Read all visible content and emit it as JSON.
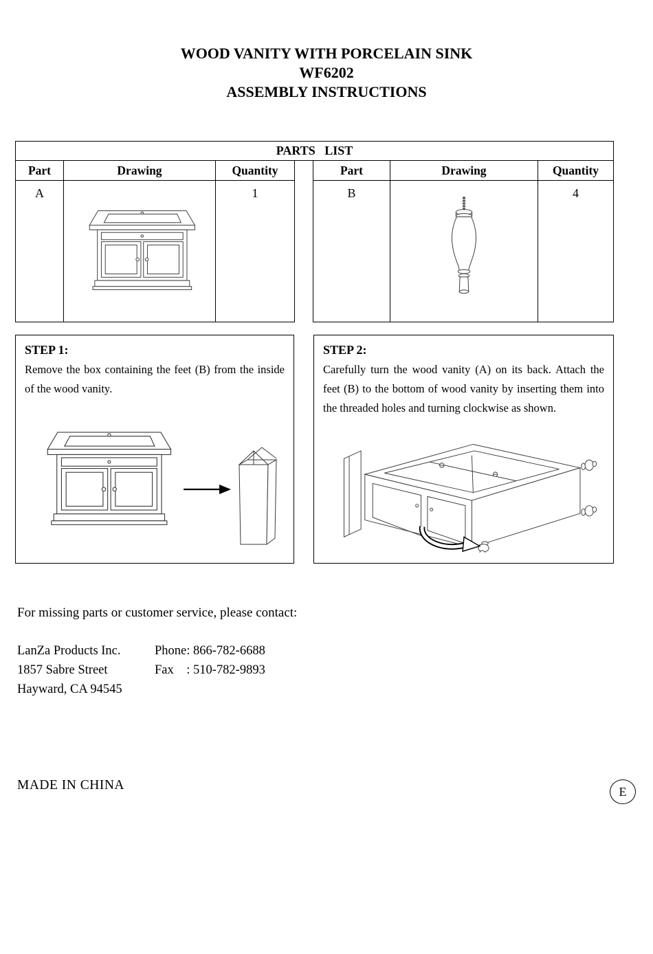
{
  "header": {
    "title_line1": "WOOD VANITY WITH PORCELAIN SINK",
    "model": "WF6202",
    "title_line3": "ASSEMBLY INSTRUCTIONS"
  },
  "parts_list": {
    "title": "PARTS   LIST",
    "left_table": {
      "columns": [
        "Part",
        "Drawing",
        "Quantity"
      ],
      "row": {
        "part": "A",
        "quantity": "1",
        "drawing_icon": "wood-vanity-front-drawing"
      }
    },
    "right_table": {
      "columns": [
        "Part",
        "Drawing",
        "Quantity"
      ],
      "row": {
        "part": "B",
        "quantity": "4",
        "drawing_icon": "furniture-leg-drawing"
      }
    }
  },
  "steps": {
    "step1": {
      "label": "STEP 1:",
      "text": "Remove the box containing the feet (B) from the inside of the wood vanity.",
      "drawing_icon": "vanity-with-box-and-arrow-drawing"
    },
    "step2": {
      "label": "STEP 2:",
      "text": "Carefully turn the wood vanity (A) on its back. Attach the feet (B) to the bottom of wood vanity by inserting them into the threaded holes and turning clockwise as shown.",
      "drawing_icon": "vanity-on-back-attaching-feet-drawing"
    }
  },
  "contact": {
    "intro": "For missing parts or customer service, please contact:",
    "company": "LanZa Products Inc.",
    "address_line1": "1857 Sabre Street",
    "address_line2": "Hayward, CA 94545",
    "phone": "Phone: 866-782-6688",
    "fax": "Fax    : 510-782-9893"
  },
  "footer": {
    "made_in": "MADE IN CHINA",
    "page_badge": "E"
  },
  "colors": {
    "line_art": "#3a3a3a",
    "border": "#000000",
    "background": "#ffffff"
  }
}
